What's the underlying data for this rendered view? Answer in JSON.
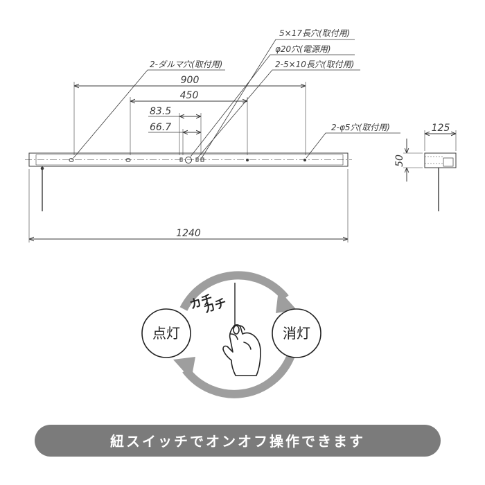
{
  "drawing": {
    "annotations": {
      "slot_5x17": "5×17長穴(取付用)",
      "hole_phi20": "φ20穴(電源用)",
      "slot_2_5x10": "2-5×10長穴(取付用)",
      "daruma": "2-ダルマ穴(取付用)",
      "hole_2_phi5": "2-φ5穴(取付用)"
    },
    "dimensions": {
      "d900": "900",
      "d450": "450",
      "d83_5": "83.5",
      "d66_7": "66.7",
      "d1240": "1240",
      "d125": "125",
      "d50": "50"
    }
  },
  "switch_diagram": {
    "on_label": "点灯",
    "off_label": "消灯",
    "click_1": "カチ",
    "click_2": "カチ"
  },
  "banner": {
    "text": "紐スイッチでオンオフ操作できます",
    "color": "#7b7b7b"
  }
}
